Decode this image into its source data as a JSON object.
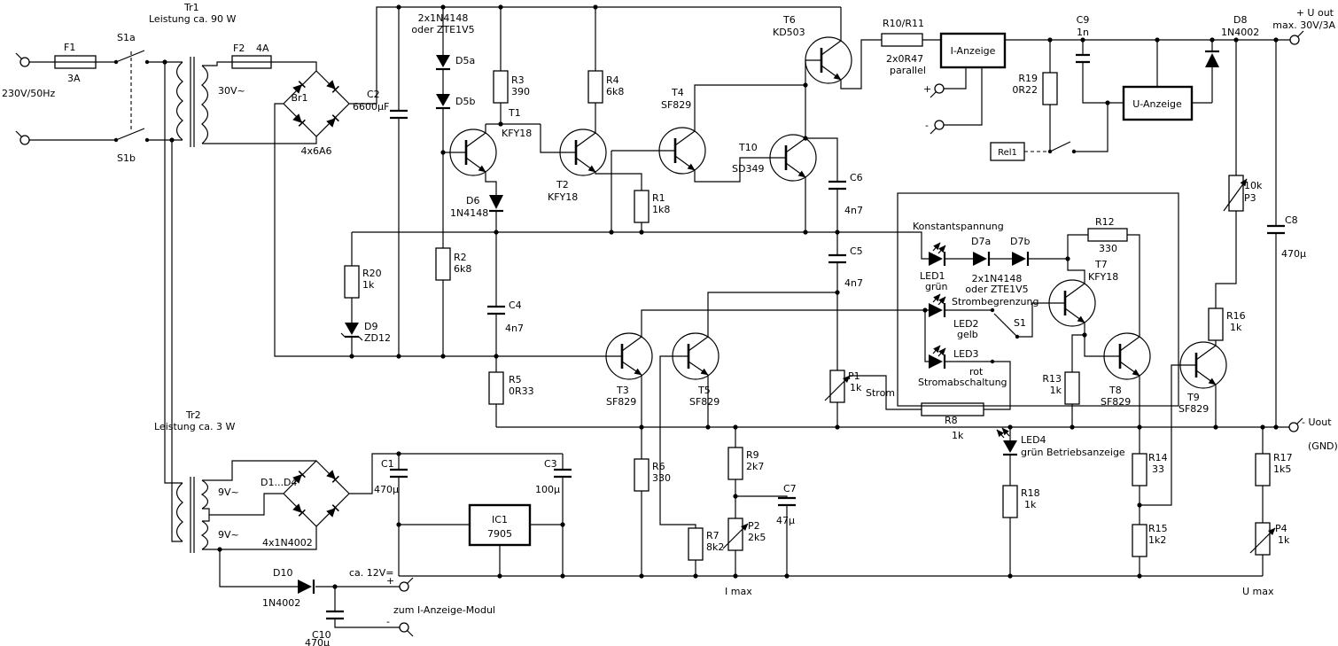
{
  "colors": {
    "wire": "#000000",
    "background": "#ffffff"
  },
  "mains": {
    "v": "230V/50Hz",
    "f1": "F1",
    "f1_v": "3A",
    "s1a": "S1a",
    "s1b": "S1b"
  },
  "tr1": {
    "name": "Tr1",
    "desc": "Leistung ca. 90 W",
    "sec": "30V~",
    "f2": "F2",
    "f2_v": "4A"
  },
  "br1": {
    "name": "Br1",
    "v": "4x6A6"
  },
  "flt": {
    "c2": "C2",
    "c2_v": "6600µF"
  },
  "reg": {
    "d5_n1": "2x1N4148",
    "d5_n2": "oder ZTE1V5",
    "d5a": "D5a",
    "d5b": "D5b",
    "r3": "R3",
    "r3_v": "390",
    "r4": "R4",
    "r4_v": "6k8",
    "t1": "T1",
    "t1_t": "KFY18",
    "t2": "T2",
    "t2_t": "KFY18",
    "t4": "T4",
    "t4_t": "SF829",
    "t10": "T10",
    "t10_t": "SD349",
    "t6": "T6",
    "t6_t": "KD503",
    "r10": "R10/R11",
    "r10_v": "2x0R47",
    "r10_n": "parallel",
    "d6": "D6",
    "d6_t": "1N4148",
    "r2": "R2",
    "r2_v": "6k8",
    "r20": "R20",
    "r20_v": "1k",
    "d9": "D9",
    "d9_t": "ZD12",
    "c4": "C4",
    "c4_v": "4n7",
    "r5": "R5",
    "r5_v": "0R33",
    "r1": "R1",
    "r1_v": "1k8",
    "t3": "T3",
    "t3_t": "SF829",
    "t5": "T5",
    "t5_t": "SF829",
    "c5": "C5",
    "c5_v": "4n7",
    "c6": "C6",
    "c6_v": "4n7"
  },
  "disp": {
    "i_box": "I-Anzeige",
    "u_box": "U-Anzeige",
    "plus": "+",
    "minus": "-",
    "c9": "C9",
    "c9_v": "1n",
    "r19": "R19",
    "r19_v": "0R22",
    "d8": "D8",
    "d8_t": "1N4002",
    "rel1": "Rel1"
  },
  "out": {
    "p1": "+ U out",
    "p2": "max. 30V/3A",
    "n1": "- Uout",
    "n2": "(GND)",
    "p3_v": "10k",
    "p3": "P3",
    "c8": "C8",
    "c8_v": "470µ",
    "r16": "R16",
    "r16_v": "1k",
    "t9": "T9",
    "t9_t": "SF829",
    "r17": "R17",
    "r17_v": "1k5",
    "p4": "P4",
    "p4_v": "1k",
    "umax": "U max",
    "r14": "R14",
    "r14_v": "33",
    "r15": "R15",
    "r15_v": "1k2"
  },
  "ctl": {
    "title": "Konstantspannung",
    "led1": "LED1",
    "led1_c": "grün",
    "d7a": "D7a",
    "d7b": "D7b",
    "d7_n1": "2x1N4148",
    "d7_n2": "oder ZTE1V5",
    "r12": "R12",
    "r12_v": "330",
    "t7": "T7",
    "t7_t": "KFY18",
    "strombegrenzung": "Strombegrenzung",
    "led2": "LED2",
    "led2_c": "gelb",
    "s1": "S1",
    "led3": "LED3",
    "led3_c": "rot",
    "stromabschaltung": "Stromabschaltung",
    "r13": "R13",
    "r13_v": "1k",
    "t8": "T8",
    "t8_t": "SF829",
    "p1": "P1",
    "p1_v": "1k",
    "p1_n": "Strom",
    "r8": "R8",
    "r8_v": "1k",
    "led4": "LED4",
    "led4_n": "grün Betriebsanzeige",
    "r18": "R18",
    "r18_v": "1k",
    "imax": "I max"
  },
  "aux": {
    "tr2": "Tr2",
    "tr2_desc": "Leistung ca. 3 W",
    "sec1": "9V~",
    "sec2": "9V~",
    "d14": "D1...D4",
    "d14_v": "4x1N4002",
    "c1": "C1",
    "c1_v": "470µ",
    "ic1": "IC1",
    "ic1_t": "7905",
    "c3": "C3",
    "c3_v": "100µ",
    "r6": "R6",
    "r6_v": "330",
    "r7": "R7",
    "r7_v": "8k2",
    "r9": "R9",
    "r9_v": "2k7",
    "p2": "P2",
    "p2_v": "2k5",
    "c7": "C7",
    "c7_v": "47µ",
    "d10": "D10",
    "d10_t": "1N4002",
    "v12": "ca. 12V=",
    "module": "zum I-Anzeige-Modul",
    "c10": "C10",
    "c10_v": "470µ",
    "plus": "+",
    "minus": "-"
  }
}
